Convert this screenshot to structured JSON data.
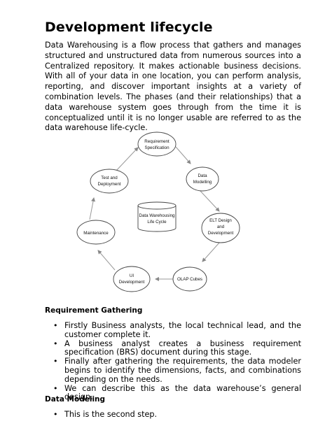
{
  "title": "Development lifecycle",
  "intro": "Data Warehousing is a flow process that gathers and manages structured and unstructured data from numerous sources into a Centralized repository. It makes actionable business decisions. With all of your data in one location, you can perform analysis, reporting, and discover important insights at a variety of combination levels. The phases (and their relationships) that a data warehouse system goes through from the time it is conceptualized until it is no longer usable are referred to as the data warehouse life-cycle.",
  "diagram": {
    "center_line1": "Data Warehousing",
    "center_line2": "Life Cycle",
    "nodes": [
      {
        "line1": "Requirement",
        "line2": "Specification"
      },
      {
        "line1": "Data",
        "line2": "Modelling"
      },
      {
        "line1": "ELT Design",
        "line2": "and",
        "line3": "Development"
      },
      {
        "line1": "OLAP Cubes"
      },
      {
        "line1": "UI",
        "line2": "Development"
      },
      {
        "line1": "Maintenance"
      },
      {
        "line1": "Test and",
        "line2": "Deployment"
      }
    ]
  },
  "section1": {
    "heading": "Requirement Gathering",
    "bullets": [
      "Firstly Business analysts, the local technical lead, and the customer complete it.",
      "A business analyst creates a business requirement specification (BRS) document during this stage.",
      "Finally after gathering the requirements, the data modeler begins to identify the dimensions, facts, and combinations depending on the needs.",
      "We can describe this as the data warehouse’s general design."
    ]
  },
  "section2": {
    "heading": "Data Modeling",
    "bullets": [
      "This is the second step."
    ]
  }
}
